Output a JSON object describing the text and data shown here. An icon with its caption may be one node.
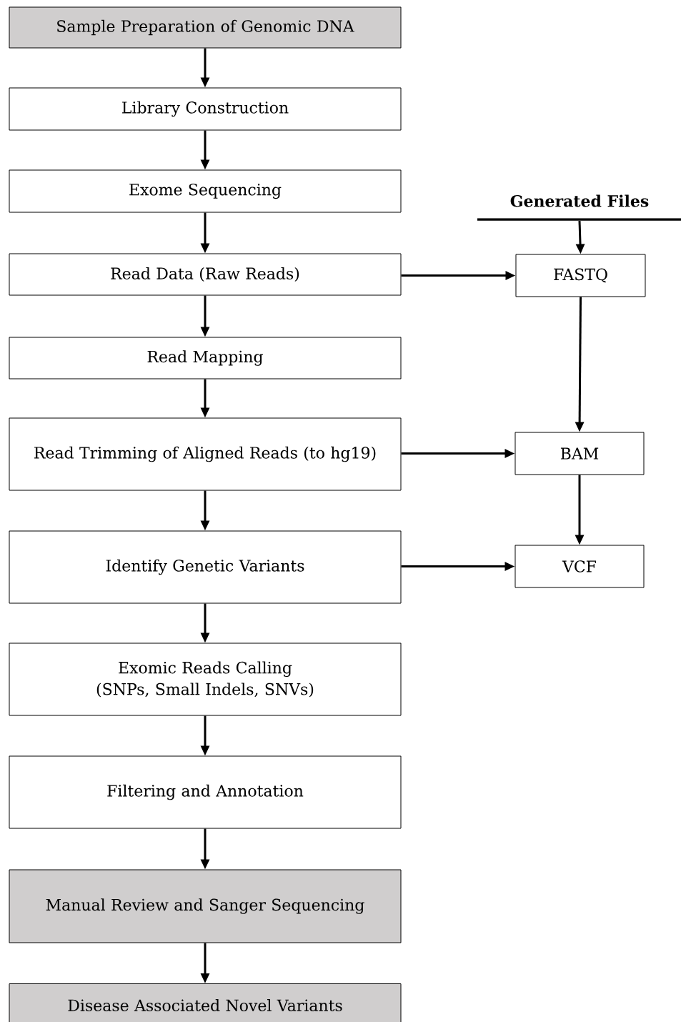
{
  "diagram": {
    "nodes": [
      {
        "text": [
          "Sample Preparation of Genomic DNA"
        ]
      },
      {
        "text": [
          "Library Construction"
        ]
      },
      {
        "text": [
          "Exome Sequencing"
        ]
      },
      {
        "text": [
          "Read Data (Raw Reads)"
        ]
      },
      {
        "text": [
          "Read Mapping"
        ]
      },
      {
        "text": [
          "Read Trimming of Aligned Reads (to hg19)"
        ]
      },
      {
        "text": [
          "Identify Genetic Variants"
        ]
      },
      {
        "text": [
          "Exomic Reads Calling (SNPs, Small Indels, SNVs)"
        ]
      },
      {
        "text": [
          "Filtering and Annotation"
        ]
      },
      {
        "text": [
          "Manual Review and Sanger Sequencing"
        ]
      },
      {
        "text": [
          "Disease Associated Novel Variants"
        ]
      },
      {
        "text": [
          "FASTQ"
        ]
      },
      {
        "text": [
          "BAM"
        ]
      },
      {
        "text": [
          "VCF"
        ]
      }
    ],
    "edges": [
      {
        "from": 0,
        "to": 1,
        "arrow": "to"
      },
      {
        "from": 1,
        "to": 2,
        "arrow": "to"
      },
      {
        "from": 2,
        "to": 3,
        "arrow": "to"
      },
      {
        "from": 3,
        "to": 4,
        "arrow": "to"
      },
      {
        "from": 4,
        "to": 5,
        "arrow": "to"
      },
      {
        "from": 5,
        "to": 6,
        "arrow": "to"
      },
      {
        "from": 6,
        "to": 7,
        "arrow": "to"
      },
      {
        "from": 7,
        "to": 8,
        "arrow": "to"
      },
      {
        "from": 8,
        "to": 9,
        "arrow": "to"
      },
      {
        "from": 9,
        "to": 10,
        "arrow": "to"
      },
      {
        "from": 3,
        "to": 11,
        "arrow": "to"
      },
      {
        "from": 5,
        "to": 12,
        "arrow": "to"
      },
      {
        "from": 6,
        "to": 13,
        "arrow": "to"
      },
      {
        "from": 11,
        "to": 12,
        "arrow": "to"
      },
      {
        "from": 12,
        "to": 13,
        "arrow": "to"
      },
      {
        "from": null,
        "to": 11,
        "arrow": "to"
      }
    ],
    "labels": [
      "Generated Files"
    ]
  }
}
